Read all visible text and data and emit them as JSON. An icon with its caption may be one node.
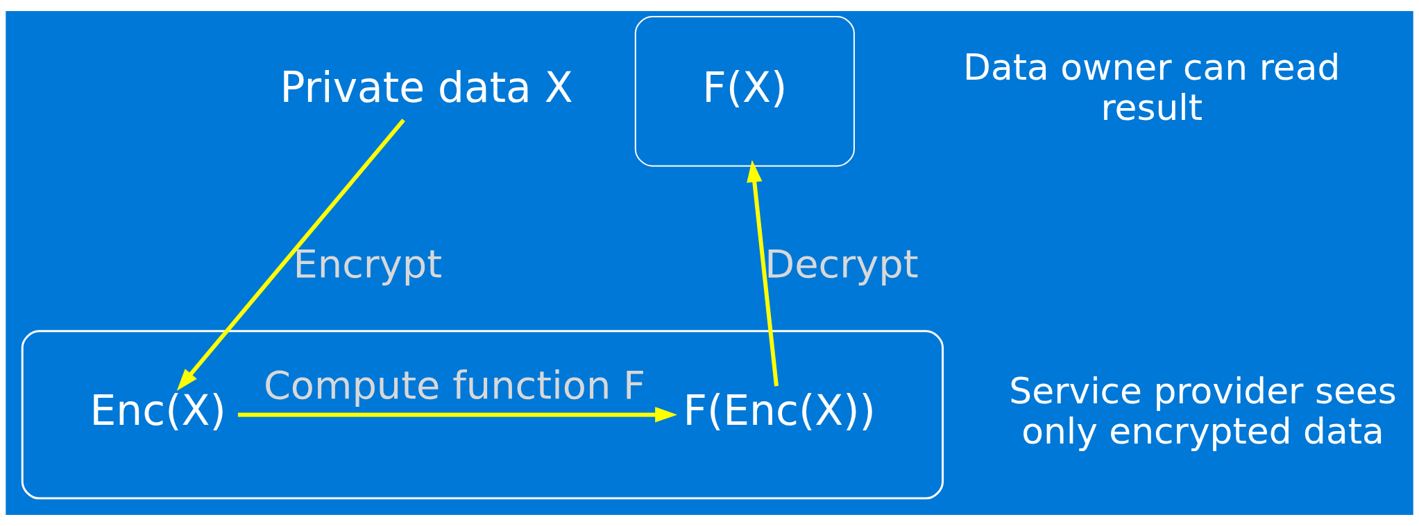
{
  "diagram": {
    "nodes": [
      {
        "text": [
          "Private data X"
        ]
      },
      {
        "text": [
          "F(X)"
        ],
        "beside": [
          "Data owner can read result"
        ]
      },
      {
        "text": [],
        "shape": "box",
        "beside": [
          "Service provider sees only encrypted data"
        ]
      },
      {
        "text": [
          "Enc(X)"
        ],
        "in": 2
      },
      {
        "text": [
          "F(Enc(X))"
        ],
        "in": 2
      }
    ],
    "edges": [
      {
        "from": 0,
        "to": 3,
        "arrow": "to",
        "label": "Encrypt"
      },
      {
        "from": 3,
        "to": 4,
        "arrow": "to",
        "label": "Compute function F"
      },
      {
        "from": 4,
        "to": 1,
        "arrow": "to",
        "label": "Decrypt"
      }
    ]
  }
}
